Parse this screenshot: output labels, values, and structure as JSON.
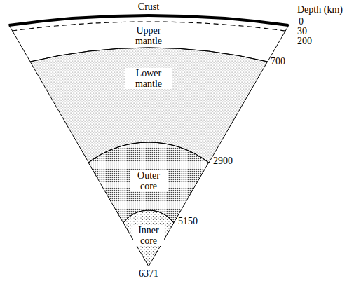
{
  "diagram": {
    "nodes": [
      {
        "text": [
          "Upper mantle"
        ]
      },
      {
        "text": [
          "Lower mantle"
        ]
      },
      {
        "text": [
          "Outer core"
        ]
      },
      {
        "text": [
          "Inner core"
        ]
      }
    ],
    "labels": [
      "Crust",
      "Depth (km)",
      "0",
      "30",
      "200",
      "700",
      "2900",
      "5150",
      "6371"
    ]
  }
}
